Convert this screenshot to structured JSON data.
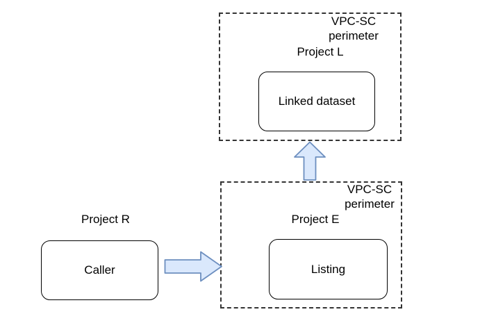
{
  "diagram": {
    "perimeter_top": {
      "perimeter_label": "VPC-SC\nperimeter",
      "project_label": "Project L",
      "node_label": "Linked dataset"
    },
    "perimeter_bottom": {
      "perimeter_label": "VPC-SC\nperimeter",
      "project_label": "Project E",
      "node_label": "Listing"
    },
    "caller_group": {
      "project_label": "Project R",
      "node_label": "Caller"
    },
    "arrows": [
      {
        "name": "caller-to-listing-perimeter",
        "direction": "right"
      },
      {
        "name": "listing-perimeter-to-linked-dataset-perimeter",
        "direction": "up"
      }
    ],
    "colors": {
      "arrow_fill": "#dae8fc",
      "arrow_stroke": "#6c8ebf",
      "node_border": "#000000",
      "perimeter_border": "#333333",
      "background": "#ffffff",
      "text": "#000000"
    }
  }
}
